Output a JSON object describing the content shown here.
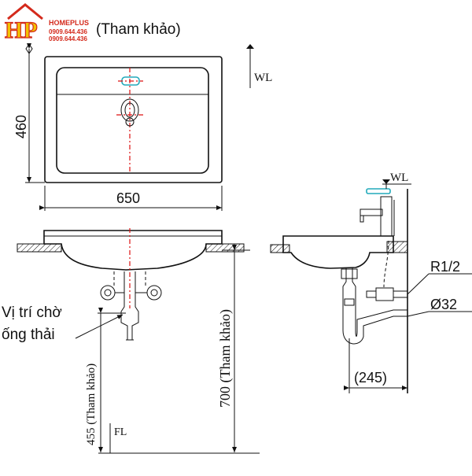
{
  "logo": {
    "brand": "HP",
    "company": "HOMEPLUS",
    "phone1": "0909.644.436",
    "phone2": "0909.644.436",
    "colors": {
      "red": "#d42a1c",
      "yellow": "#f2c200",
      "house": "#d42a1c"
    }
  },
  "top_note": "(Tham khảo)",
  "top_view": {
    "width_label": "650",
    "depth_label": "460",
    "wl_label": "WL"
  },
  "front_view": {
    "drain_label_line1": "Vị trí chờ",
    "drain_label_line2": "ống thải",
    "height_label": "700 (Tham khảo)",
    "drain_height_label": "455 (Tham khảo)",
    "fl_label": "FL"
  },
  "side_view": {
    "wl_label": "WL",
    "inlet_label": "R1/2",
    "outlet_label": "Ø32",
    "offset_label": "(245)"
  }
}
